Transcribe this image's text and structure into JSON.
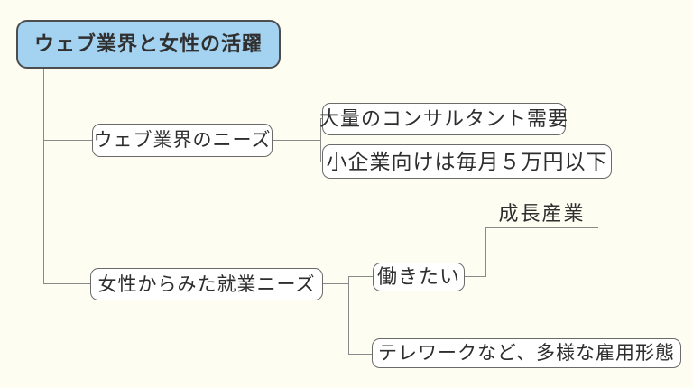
{
  "diagram": {
    "type": "mindmap",
    "title": "ウェブ業界と女性の活躍",
    "nodes": {
      "root": {
        "label": "ウェブ業界と女性の活躍"
      },
      "web_needs": {
        "label": "ウェブ業界のニーズ"
      },
      "consultant_demand": {
        "label": "大量のコンサルタント需要"
      },
      "small_business": {
        "label": "小企業向けは毎月５万円以下"
      },
      "women_needs": {
        "label": "女性からみた就業ニーズ"
      },
      "want_to_work": {
        "label": "働きたい"
      },
      "growth_industry": {
        "label": "成長産業"
      },
      "telework": {
        "label": "テレワークなど、多様な雇用形態"
      }
    },
    "hierarchy": [
      {
        "parent": "root",
        "children": [
          "web_needs",
          "women_needs"
        ]
      },
      {
        "parent": "web_needs",
        "children": [
          "consultant_demand",
          "small_business"
        ]
      },
      {
        "parent": "women_needs",
        "children": [
          "want_to_work",
          "telework"
        ]
      },
      {
        "parent": "want_to_work",
        "children": [
          "growth_industry"
        ]
      }
    ],
    "colors": {
      "background": "#fdfdf1",
      "root_fill": "#a4d3f2",
      "root_border": "#4d4d4d",
      "node_fill": "#ffffff",
      "node_border": "#6b6b6b",
      "connector": "#8a8a8a",
      "text": "#2e2e2e"
    }
  }
}
